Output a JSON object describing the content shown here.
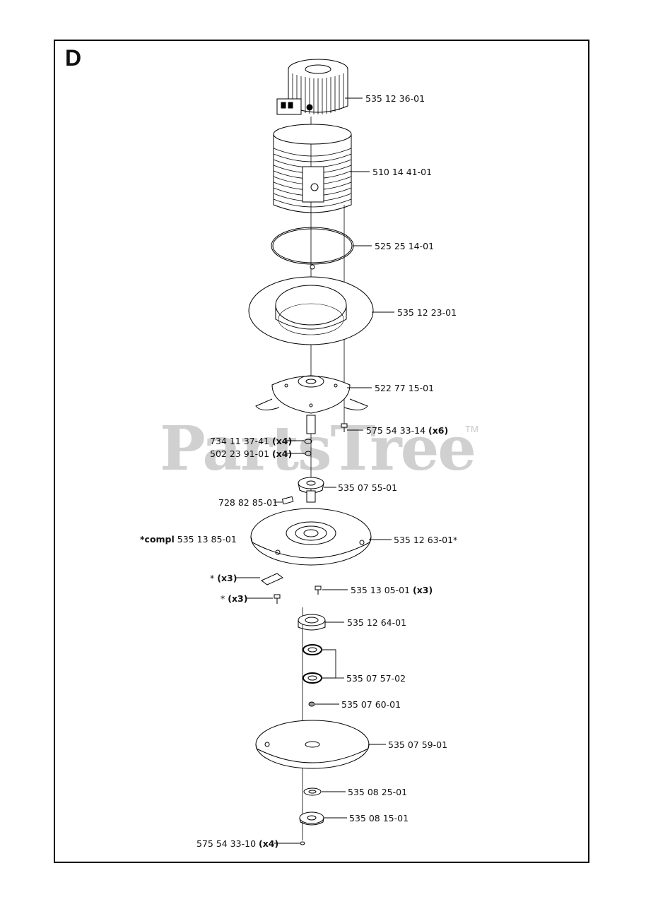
{
  "section": "D",
  "watermark": {
    "text": "PartsTree",
    "tm": "TM"
  },
  "parts": [
    {
      "id": "p1",
      "number": "535 12 36-01",
      "qty": ""
    },
    {
      "id": "p2",
      "number": "510 14 41-01",
      "qty": ""
    },
    {
      "id": "p3",
      "number": "525 25 14-01",
      "qty": ""
    },
    {
      "id": "p4",
      "number": "535 12 23-01",
      "qty": ""
    },
    {
      "id": "p5",
      "number": "522 77 15-01",
      "qty": ""
    },
    {
      "id": "p6",
      "number": "575 54 33-14",
      "qty": "(x6)"
    },
    {
      "id": "p7",
      "number": "734 11 37-41",
      "qty": "(x4)"
    },
    {
      "id": "p8",
      "number": "502 23 91-01",
      "qty": "(x4)"
    },
    {
      "id": "p9",
      "number": "535 07 55-01",
      "qty": ""
    },
    {
      "id": "p10",
      "number": "728 82 85-01",
      "qty": ""
    },
    {
      "id": "p11",
      "number": "535 12 63-01*",
      "qty": ""
    },
    {
      "id": "p12",
      "number": "535 13 05-01",
      "qty": "(x3)"
    },
    {
      "id": "p13",
      "number": "535 12 64-01",
      "qty": ""
    },
    {
      "id": "p14",
      "number": "535 07 57-02",
      "qty": ""
    },
    {
      "id": "p15",
      "number": "535 07 60-01",
      "qty": ""
    },
    {
      "id": "p16",
      "number": "535 07 59-01",
      "qty": ""
    },
    {
      "id": "p17",
      "number": "535 08 25-01",
      "qty": ""
    },
    {
      "id": "p18",
      "number": "535 08 15-01",
      "qty": ""
    },
    {
      "id": "p19",
      "number": "575 54 33-10",
      "qty": "(x4)"
    }
  ],
  "notes": {
    "compl_prefix": "*compl",
    "compl_number": "535 13 85-01",
    "blade_star": "*",
    "blade_qty": "(x3)",
    "screw_star": "*",
    "screw_qty": "(x3)"
  }
}
